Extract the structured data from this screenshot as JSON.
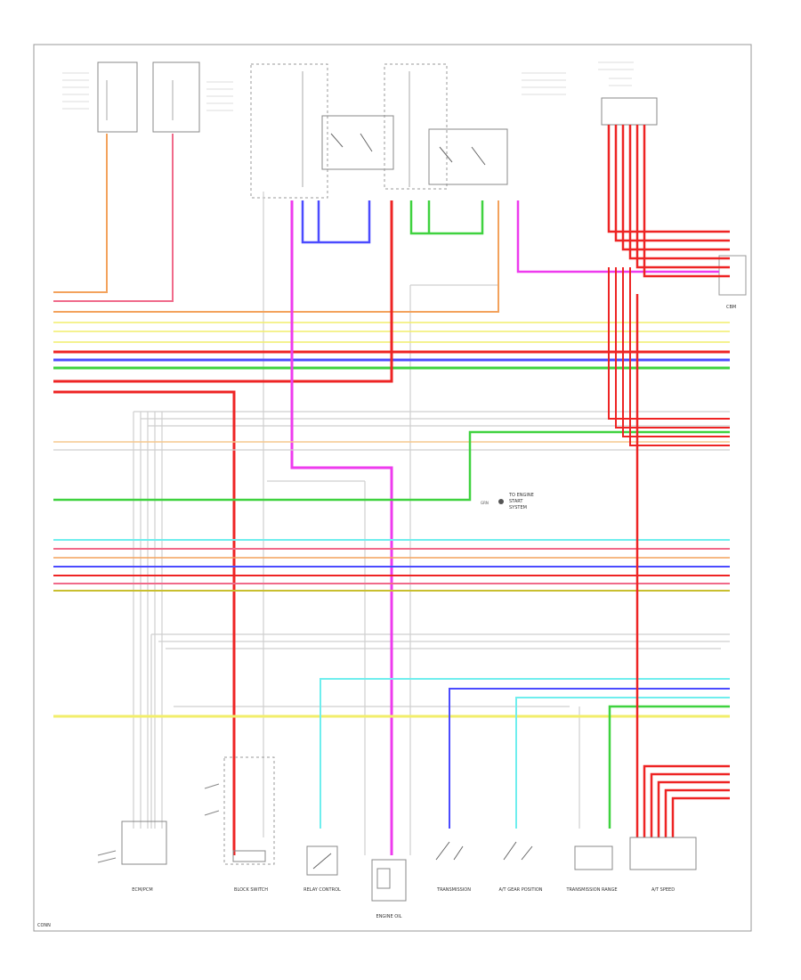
{
  "diagram": {
    "colors": {
      "orange": "#f3a25c",
      "pink": "#f06a8a",
      "red": "#ee2424",
      "yellow": "#f2ee6b",
      "blue": "#4b4bff",
      "green": "#3fd23f",
      "magenta": "#ee3bee",
      "cyan": "#6feeee",
      "gray": "#cfcfcf",
      "light_orange": "#f6c88e"
    },
    "right_label": "CBM",
    "footer_left": "CONN",
    "callout_label": "GRN",
    "callout_text": [
      "TO ENGINE",
      "START",
      "SYSTEM"
    ],
    "components": [
      "ECM/PCM",
      "BLOCK SWITCH",
      "RELAY CONTROL",
      "ENGINE OIL",
      "TRANSMISSION",
      "A/T GEAR POSITION",
      "TRANSMISSION RANGE",
      "A/T SPEED",
      "ECM/PCM"
    ]
  }
}
